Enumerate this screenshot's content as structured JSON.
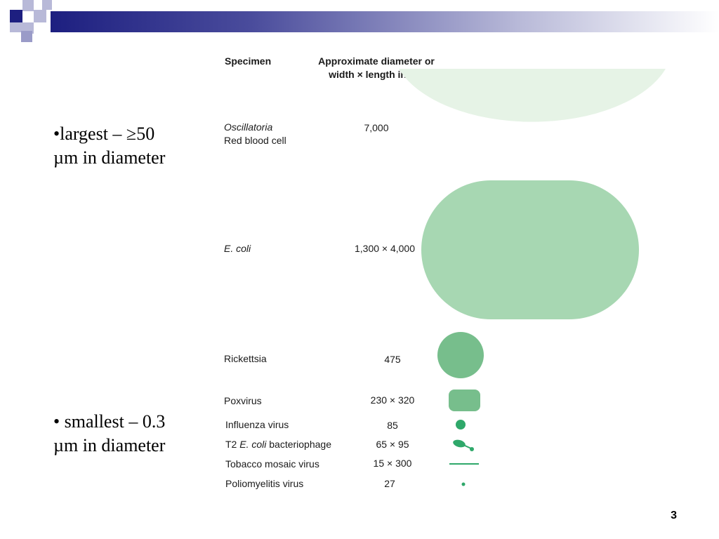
{
  "bullets": {
    "largest": "•largest – ≥50 µm in diameter",
    "smallest": "• smallest – 0.3 µm in diameter"
  },
  "table": {
    "col_specimen": "Specimen",
    "col_size": "Approximate diameter or width × length in nm",
    "rows": [
      {
        "name": "Oscillatoria",
        "name2": "Red blood cell",
        "size": "7,000"
      },
      {
        "name": "E. coli",
        "size": "1,300 × 4,000"
      },
      {
        "name": "Rickettsia",
        "size": "475"
      },
      {
        "name": "Poxvirus",
        "size": "230 × 320"
      },
      {
        "name": "Influenza virus",
        "size": "85"
      },
      {
        "name_pre": "T2 ",
        "name_em": "E. coli",
        "name_post": " bacteriophage",
        "size": "65 × 95"
      },
      {
        "name": "Tobacco mosaic virus",
        "size": "15 × 300"
      },
      {
        "name": "Poliomyelitis virus",
        "size": "27"
      }
    ]
  },
  "colors": {
    "pale_green": "#e6f3e6",
    "light_green": "#a7d7b2",
    "mid_green": "#77be8c",
    "dark_green": "#2fa86a"
  },
  "page_number": "3"
}
